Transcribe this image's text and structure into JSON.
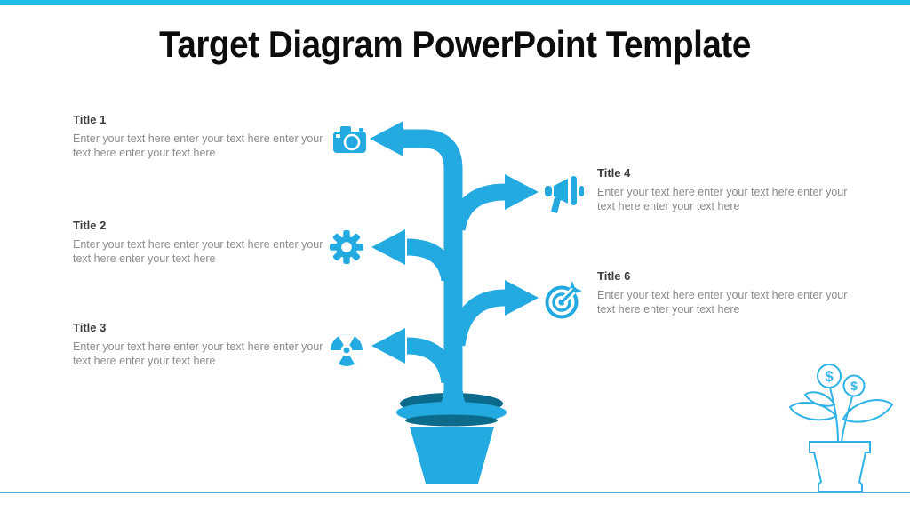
{
  "slide": {
    "title": "Target Diagram PowerPoint Template"
  },
  "colors": {
    "accent": "#23aae1",
    "top_bar": "#1cc1ea",
    "soil_dark": "#0b6b8c",
    "baseline": "#3fb5e2",
    "outline_plant": "#2fb3e6",
    "heading_text": "#3c3c3c",
    "body_text": "#8c8c8c",
    "title_text": "#0d0d0d"
  },
  "items": [
    {
      "title": "Title 1",
      "body": "Enter your text here enter your text here enter your text here enter your text here",
      "icon": "camera-icon",
      "side": "left"
    },
    {
      "title": "Title 2",
      "body": "Enter your text here enter your text here enter your text here enter your text here",
      "icon": "gear-icon",
      "side": "left"
    },
    {
      "title": "Title 3",
      "body": "Enter your text here enter your text here enter your text here enter your text here",
      "icon": "radiation-icon",
      "side": "left"
    },
    {
      "title": "Title 4",
      "body": "Enter your text here enter your text here enter your text here enter your text here",
      "icon": "megaphone-icon",
      "side": "right"
    },
    {
      "title": "Title 6",
      "body": "Enter your text here enter your text here enter your text here enter your text here",
      "icon": "target-icon",
      "side": "right"
    }
  ],
  "decor": {
    "money_plant_coin_symbol": "$"
  }
}
